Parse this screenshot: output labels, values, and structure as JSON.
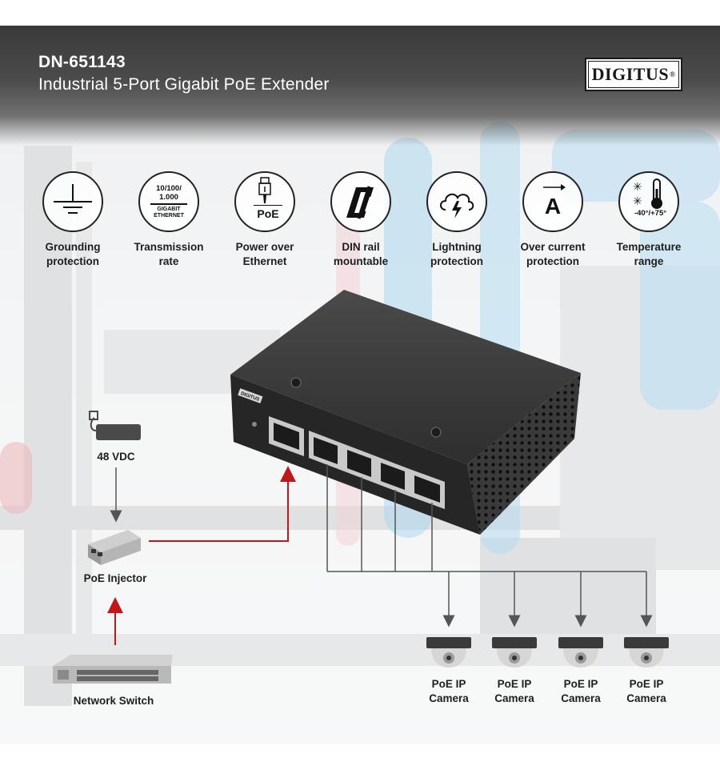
{
  "header": {
    "model": "DN-651143",
    "subtitle": "Industrial 5-Port Gigabit PoE Extender",
    "brand": "DIGITUS",
    "brand_mark": "®"
  },
  "features": [
    {
      "icon": "grounding-icon",
      "line1": "Grounding",
      "line2": "protection"
    },
    {
      "icon": "transmission-rate-icon",
      "line1": "Transmission",
      "line2": "rate",
      "icon_text": [
        "10/100/",
        "1.000",
        "GIGABIT",
        "ETHERNET"
      ]
    },
    {
      "icon": "poe-plug-icon",
      "line1": "Power over",
      "line2": "Ethernet",
      "icon_text": "PoE"
    },
    {
      "icon": "din-rail-icon",
      "line1": "DIN rail",
      "line2": "mountable"
    },
    {
      "icon": "lightning-cloud-icon",
      "line1": "Lightning",
      "line2": "protection"
    },
    {
      "icon": "over-current-icon",
      "line1": "Over current",
      "line2": "protection",
      "icon_text": "A"
    },
    {
      "icon": "thermometer-icon",
      "line1": "Temperature",
      "line2": "range",
      "icon_text": "-40°/+75°"
    }
  ],
  "diagram": {
    "power_label": "48 VDC",
    "injector_label": "PoE Injector",
    "switch_label": "Network Switch",
    "camera_line1": "PoE IP",
    "camera_line2": "Camera",
    "device_brand": "DIGITUS",
    "arrow_color": "#c0171c",
    "line_color": "#555555"
  }
}
